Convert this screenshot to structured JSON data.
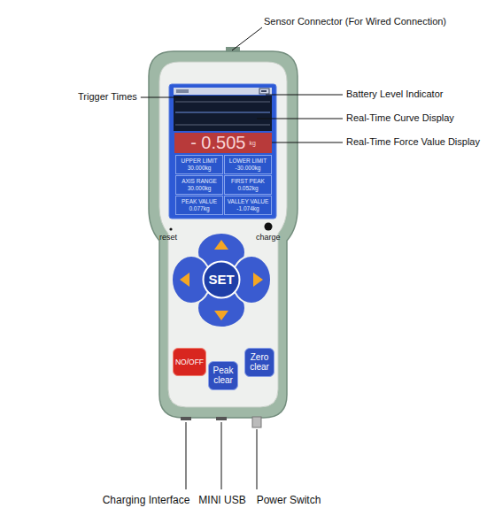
{
  "diagram": {
    "nodes": [
      {
        "text": [
          "- 0.505",
          "kg"
        ]
      },
      {
        "text": [
          "UPPER LIMIT",
          "30.000kg"
        ]
      },
      {
        "text": [
          "LOWER LIMIT",
          "-30.000kg"
        ]
      },
      {
        "text": [
          "AXIS RANGE",
          "30.000kg"
        ]
      },
      {
        "text": [
          "FIRST PEAK",
          "0.052kg"
        ]
      },
      {
        "text": [
          "PEAK VALUE",
          "0.077kg"
        ]
      },
      {
        "text": [
          "VALLEY VALUE",
          "-1.074kg"
        ]
      },
      {
        "text": [
          "SET"
        ]
      },
      {
        "text": [
          "NO/OFF"
        ]
      },
      {
        "text": [
          "Peak clear"
        ]
      },
      {
        "text": [
          "Zero clear"
        ]
      }
    ],
    "labels": [
      "Sensor Connector (For Wired Connection)",
      "Trigger Times",
      "Battery Level Indicator",
      "Real-Time Curve Display",
      "Real-Time Force Value Display",
      "reset",
      "charge",
      "Charging Interface",
      "MINI USB",
      "Power Switch"
    ]
  }
}
